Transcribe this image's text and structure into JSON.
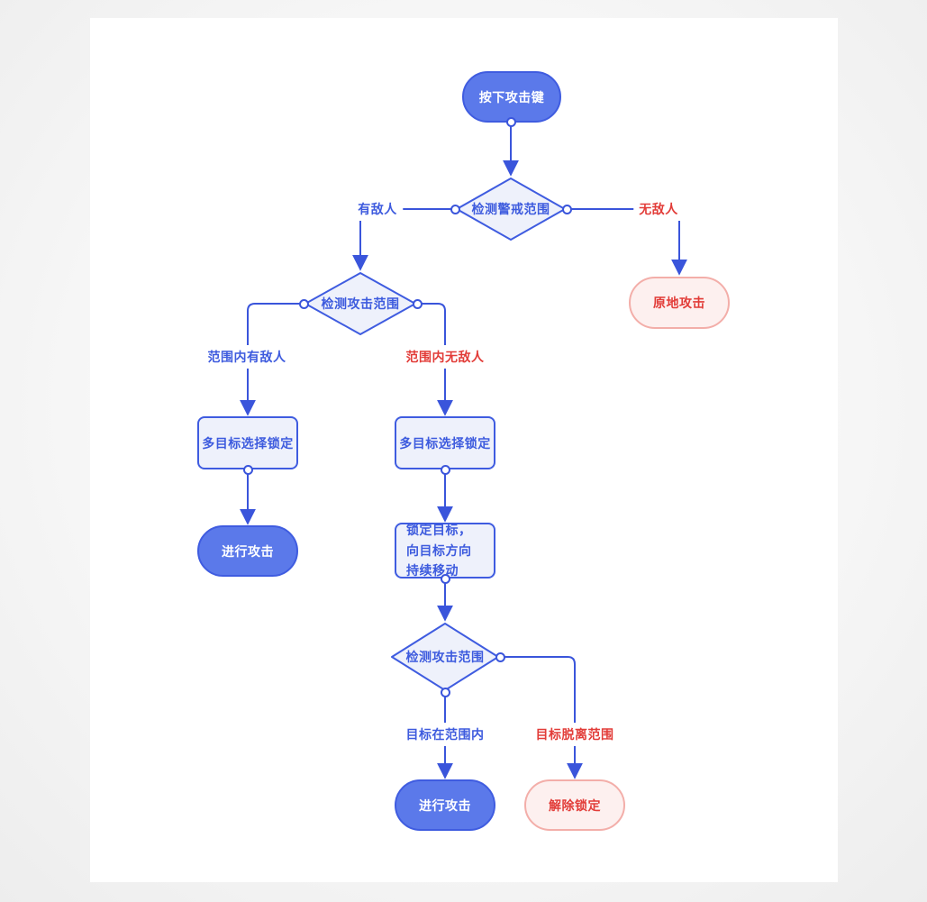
{
  "colors": {
    "accent_blue": "#3f5ce0",
    "node_blue_fill": "#5b79ea",
    "node_light_fill": "#eef1fb",
    "edge_line": "#3a55db",
    "red_text": "#e23c38",
    "pink_fill": "#fdf0ef",
    "pink_border": "#f3aea9",
    "canvas": "#ffffff"
  },
  "nodes": {
    "start": {
      "label": "按下攻击键"
    },
    "detect_alert_range": {
      "label": "检测警戒范围"
    },
    "detect_attack_range_1": {
      "label": "检测攻击范围"
    },
    "multi_target_lock_left": {
      "label": "多目标选择锁定"
    },
    "multi_target_lock_right": {
      "label": "多目标选择锁定"
    },
    "lock_and_move": {
      "label": "锁定目标，向目标方向持续移动"
    },
    "detect_attack_range_2": {
      "label": "检测攻击范围"
    },
    "attack_left": {
      "label": "进行攻击"
    },
    "attack_bottom": {
      "label": "进行攻击"
    },
    "unlock": {
      "label": "解除锁定"
    },
    "attack_in_place": {
      "label": "原地攻击"
    }
  },
  "edge_labels": {
    "has_enemy": "有敌人",
    "no_enemy": "无敌人",
    "enemy_in_range": "范围内有敌人",
    "no_enemy_in_range": "范围内无敌人",
    "target_in_range": "目标在范围内",
    "target_left_range": "目标脱离范围"
  }
}
